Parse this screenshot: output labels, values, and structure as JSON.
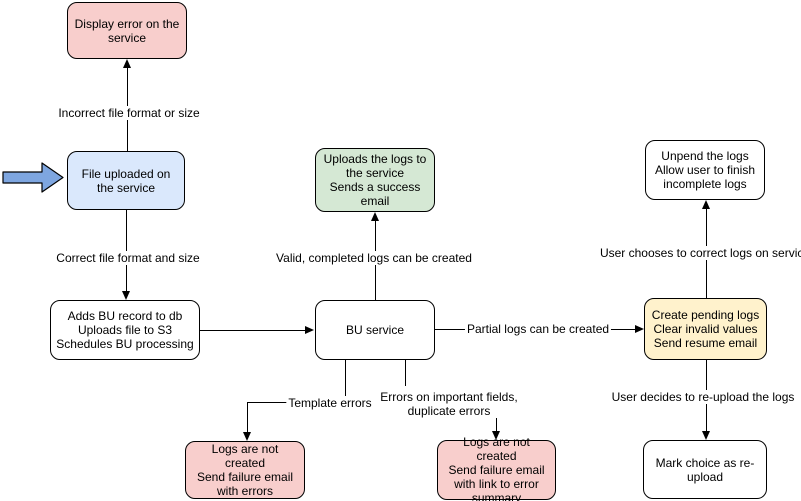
{
  "flowchart": {
    "nodes": {
      "display_error": {
        "label": "Display error on the service",
        "fill": "#F8CECC"
      },
      "file_uploaded": {
        "label": "File uploaded on the service",
        "fill": "#DAE8FC"
      },
      "adds_bu_record": {
        "label": "Adds BU record to db\nUploads file to S3\nSchedules BU processing",
        "fill": "#FFFFFF"
      },
      "bu_service": {
        "label": "BU service",
        "fill": "#FFFFFF"
      },
      "uploads_logs": {
        "label": "Uploads the logs to the service\nSends a success email",
        "fill": "#D5E8D4"
      },
      "create_pending_logs": {
        "label": "Create pending logs\nClear invalid values\nSend resume email",
        "fill": "#FFF2CC"
      },
      "unpend_logs": {
        "label": "Unpend the logs\nAllow user to finish incomplete logs",
        "fill": "#FFFFFF"
      },
      "mark_choice_reupload": {
        "label": "Mark choice as re-upload",
        "fill": "#FFFFFF"
      },
      "logs_not_created_errors": {
        "label": "Logs are not created\nSend failure email with errors",
        "fill": "#F8CECC"
      },
      "logs_not_created_summary": {
        "label": "Logs are not created\nSend failure email with link to error summary",
        "fill": "#F8CECC"
      }
    },
    "edge_labels": {
      "incorrect_file": "Incorrect file format or size",
      "correct_file": "Correct file format and size",
      "valid_logs": "Valid, completed logs can be created",
      "partial_logs": "Partial logs can be created",
      "template_errors": "Template errors",
      "important_field_errors": "Errors on important fields,\nduplicate errors",
      "correct_on_service": "User chooses to correct logs on service",
      "reupload": "User decides to re-upload the logs"
    },
    "colors": {
      "error_fill": "#F8CECC",
      "input_fill": "#DAE8FC",
      "success_fill": "#D5E8D4",
      "pending_fill": "#FFF2CC",
      "plain_fill": "#FFFFFF",
      "stroke": "#000000",
      "entry_arrow_fill": "#7EA6E0"
    },
    "icons": {
      "entry_arrow": "right-arrow"
    }
  }
}
